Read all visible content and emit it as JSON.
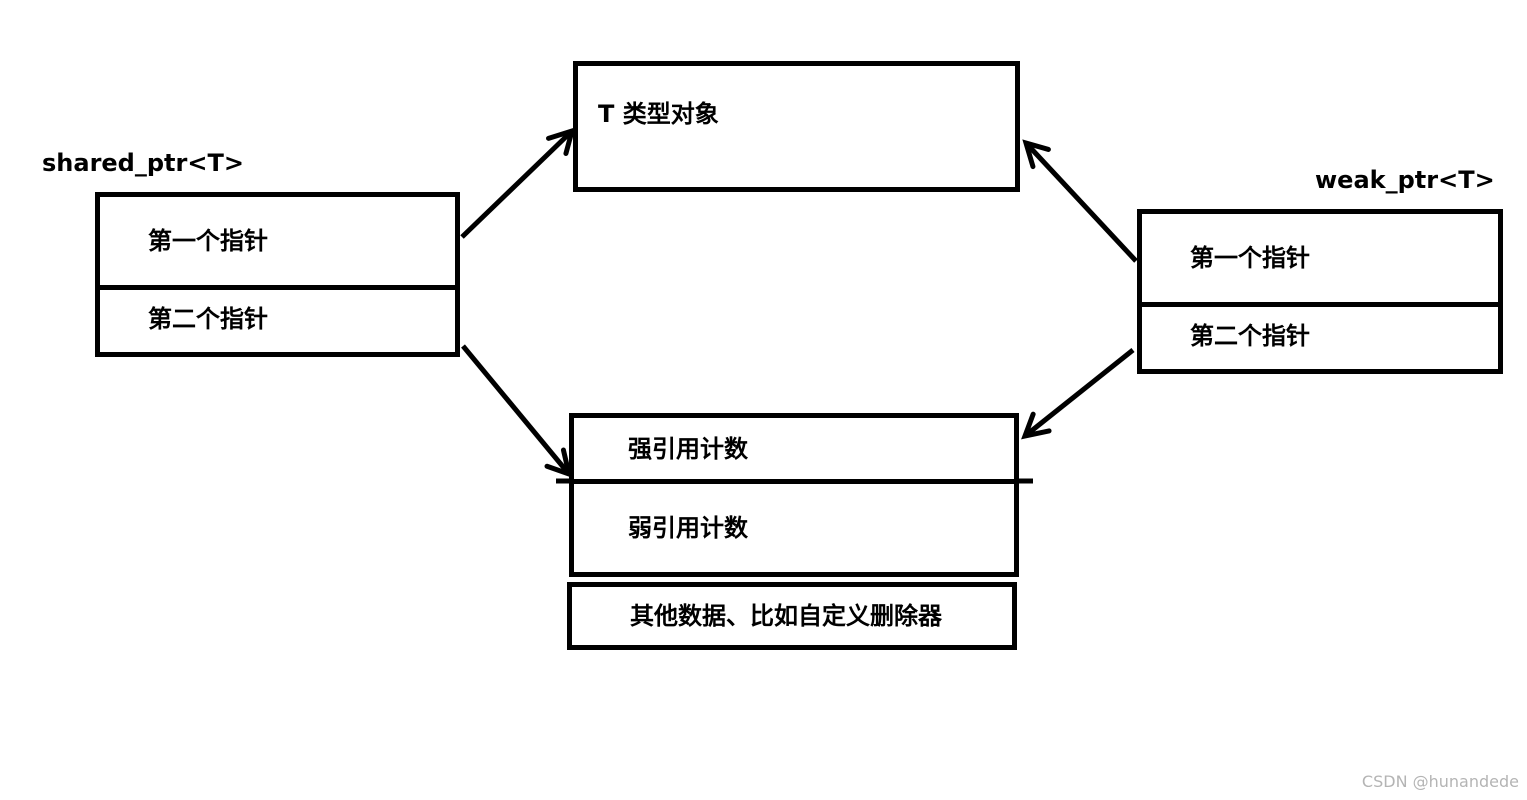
{
  "diagram": {
    "object_box": {
      "label": "T 类型对象"
    },
    "shared_ptr_box": {
      "title": "shared_ptr<T>",
      "rows": [
        "第一个指针",
        "第二个指针"
      ]
    },
    "weak_ptr_box": {
      "title": "weak_ptr<T>",
      "rows": [
        "第一个指针",
        "第二个指针"
      ]
    },
    "control_block_box": {
      "rows": [
        "强引用计数",
        "弱引用计数"
      ]
    },
    "extra_box": {
      "label": "其他数据、比如自定义删除器"
    },
    "colors": {
      "line": "#000000",
      "background": "#ffffff",
      "watermark": "#b4b4b4"
    }
  },
  "watermark": {
    "text": "CSDN @hunandede"
  }
}
